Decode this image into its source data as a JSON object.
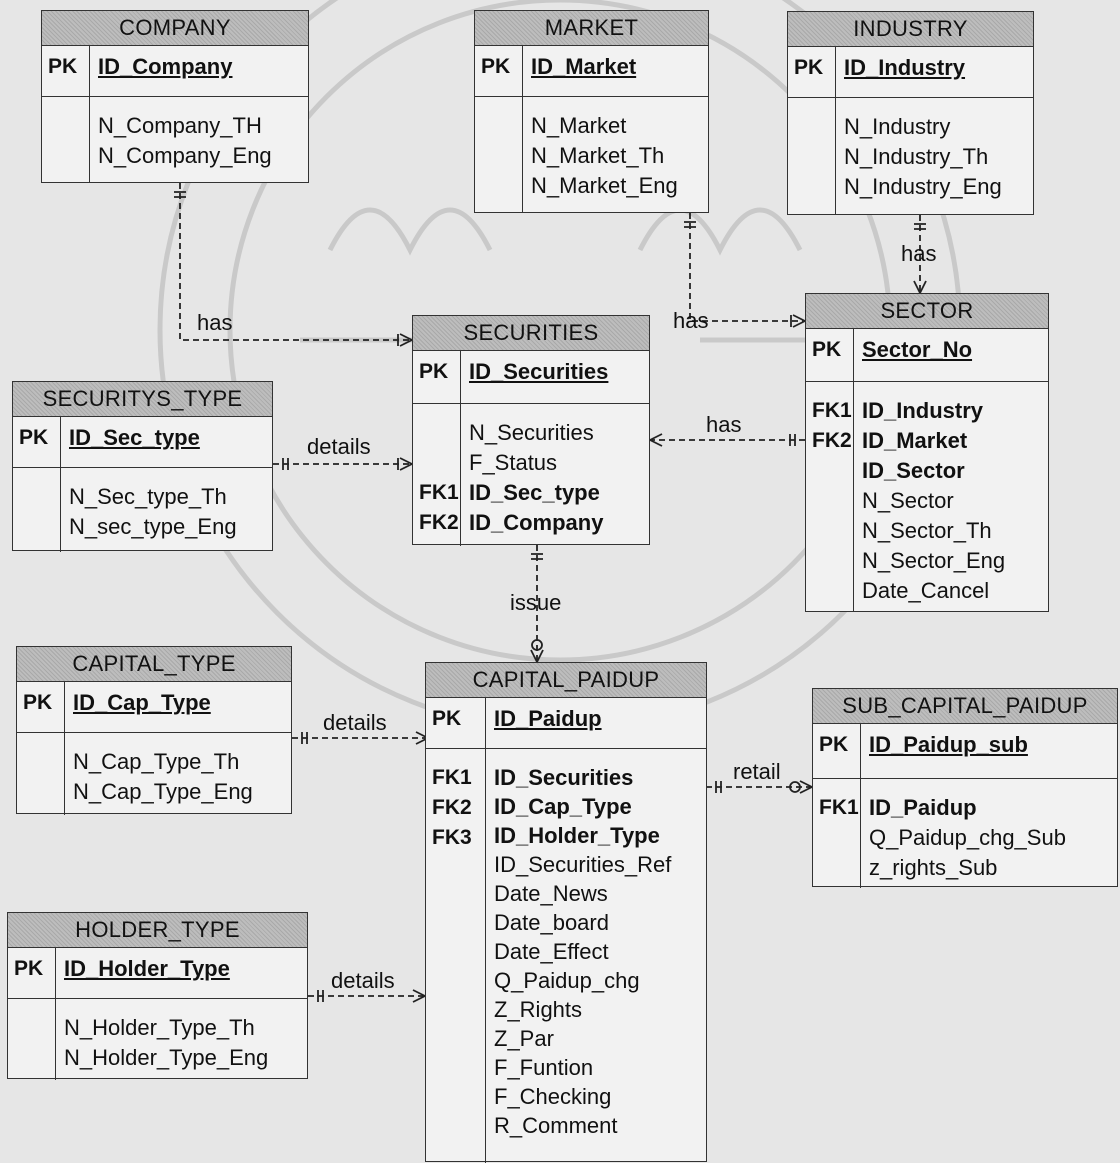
{
  "entities": {
    "company": {
      "title": "COMPANY",
      "pk_tag": "PK",
      "pk": "ID_Company",
      "attr_keys": [],
      "attrs": [
        "N_Company_TH",
        "N_Company_Eng"
      ]
    },
    "market": {
      "title": "MARKET",
      "pk_tag": "PK",
      "pk": "ID_Market",
      "attr_keys": [],
      "attrs": [
        "N_Market",
        "N_Market_Th",
        "N_Market_Eng"
      ]
    },
    "industry": {
      "title": "INDUSTRY",
      "pk_tag": "PK",
      "pk": "ID_Industry",
      "attr_keys": [],
      "attrs": [
        "N_Industry",
        "N_Industry_Th",
        "N_Industry_Eng"
      ]
    },
    "sector": {
      "title": "SECTOR",
      "pk_tag": "PK",
      "pk": "Sector_No",
      "attr_keys": [
        "FK1",
        "FK2"
      ],
      "attrs": [
        "ID_Industry",
        "ID_Market",
        "ID_Sector",
        "N_Sector",
        "N_Sector_Th",
        "N_Sector_Eng",
        "Date_Cancel"
      ]
    },
    "securities": {
      "title": "SECURITIES",
      "pk_tag": "PK",
      "pk": "ID_Securities",
      "attr_keys": [
        "",
        "",
        "FK1",
        "FK2"
      ],
      "attrs": [
        "N_Securities",
        "F_Status",
        "ID_Sec_type",
        "ID_Company"
      ]
    },
    "securitys_type": {
      "title": "SECURITYS_TYPE",
      "pk_tag": "PK",
      "pk": "ID_Sec_type",
      "attr_keys": [],
      "attrs": [
        "N_Sec_type_Th",
        "N_sec_type_Eng"
      ]
    },
    "capital_type": {
      "title": "CAPITAL_TYPE",
      "pk_tag": "PK",
      "pk": "ID_Cap_Type",
      "attr_keys": [],
      "attrs": [
        "N_Cap_Type_Th",
        "N_Cap_Type_Eng"
      ]
    },
    "capital_paidup": {
      "title": "CAPITAL_PAIDUP",
      "pk_tag": "PK",
      "pk": "ID_Paidup",
      "attr_keys": [
        "FK1",
        "FK2",
        "FK3"
      ],
      "attrs": [
        "ID_Securities",
        "ID_Cap_Type",
        "ID_Holder_Type",
        "ID_Securities_Ref",
        "Date_News",
        "Date_board",
        "Date_Effect",
        "Q_Paidup_chg",
        "Z_Rights",
        "Z_Par",
        "F_Funtion",
        "F_Checking",
        "R_Comment"
      ]
    },
    "sub_capital_paidup": {
      "title": "SUB_CAPITAL_PAIDUP",
      "pk_tag": "PK",
      "pk": "ID_Paidup_sub",
      "attr_keys": [
        "FK1"
      ],
      "attrs": [
        "ID_Paidup",
        "Q_Paidup_chg_Sub",
        "z_rights_Sub"
      ]
    },
    "holder_type": {
      "title": "HOLDER_TYPE",
      "pk_tag": "PK",
      "pk": "ID_Holder_Type",
      "attr_keys": [],
      "attrs": [
        "N_Holder_Type_Th",
        "N_Holder_Type_Eng"
      ]
    }
  },
  "relationships": [
    {
      "label": "has",
      "from": "COMPANY",
      "to": "SECURITIES"
    },
    {
      "label": "has",
      "from": "MARKET",
      "to": "SECTOR"
    },
    {
      "label": "has",
      "from": "INDUSTRY",
      "to": "SECTOR"
    },
    {
      "label": "has",
      "from": "SECTOR",
      "to": "SECURITIES"
    },
    {
      "label": "details",
      "from": "SECURITYS_TYPE",
      "to": "SECURITIES"
    },
    {
      "label": "issue",
      "from": "SECURITIES",
      "to": "CAPITAL_PAIDUP"
    },
    {
      "label": "details",
      "from": "CAPITAL_TYPE",
      "to": "CAPITAL_PAIDUP"
    },
    {
      "label": "retail",
      "from": "CAPITAL_PAIDUP",
      "to": "SUB_CAPITAL_PAIDUP"
    },
    {
      "label": "details",
      "from": "HOLDER_TYPE",
      "to": "CAPITAL_PAIDUP"
    }
  ]
}
